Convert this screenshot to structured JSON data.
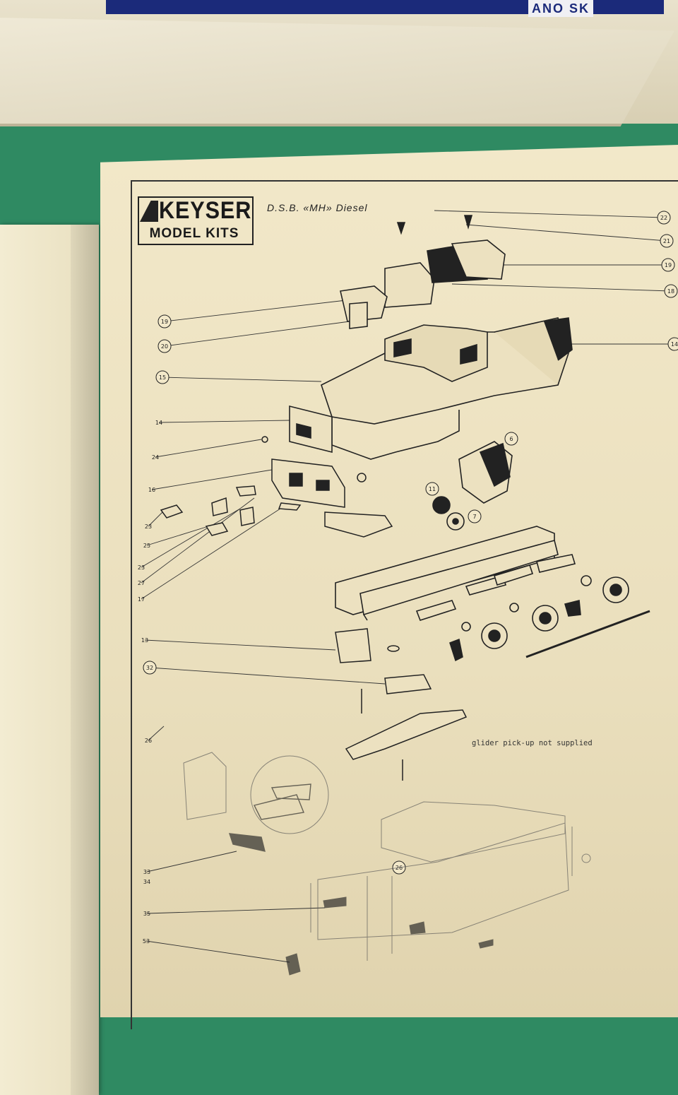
{
  "box": {
    "label": "ANO SK"
  },
  "sheet": {
    "logo_word": "KEYSER",
    "logo_sub": "MODEL KITS",
    "title": "D.S.B. «MH» Diesel",
    "note": "glider pick-up not supplied"
  },
  "callouts": {
    "left": [
      {
        "id": "19",
        "circled": true
      },
      {
        "id": "20",
        "circled": true
      },
      {
        "id": "15",
        "circled": true
      },
      {
        "id": "14",
        "circled": false
      },
      {
        "id": "24",
        "circled": false
      },
      {
        "id": "16",
        "circled": false
      },
      {
        "id": "23",
        "circled": false
      },
      {
        "id": "25",
        "circled": false
      },
      {
        "id": "23",
        "circled": false
      },
      {
        "id": "27",
        "circled": false
      },
      {
        "id": "17",
        "circled": false
      },
      {
        "id": "13",
        "circled": false
      },
      {
        "id": "32",
        "circled": true
      },
      {
        "id": "26",
        "circled": false
      },
      {
        "id": "33",
        "circled": false
      },
      {
        "id": "34",
        "circled": false
      },
      {
        "id": "35",
        "circled": false
      },
      {
        "id": "53",
        "circled": false
      }
    ],
    "right": [
      {
        "id": "22",
        "circled": true
      },
      {
        "id": "21",
        "circled": true
      },
      {
        "id": "19",
        "circled": true
      },
      {
        "id": "18",
        "circled": true
      },
      {
        "id": "14",
        "circled": true
      }
    ],
    "middle": [
      {
        "id": "6",
        "circled": true
      },
      {
        "id": "11",
        "circled": true
      },
      {
        "id": "7",
        "circled": true
      },
      {
        "id": "26",
        "circled": true
      }
    ]
  },
  "colors": {
    "table": "#2f8a62",
    "paper": "#f2e8c9",
    "ink": "#222222",
    "box_blue": "#1b2a7a"
  }
}
